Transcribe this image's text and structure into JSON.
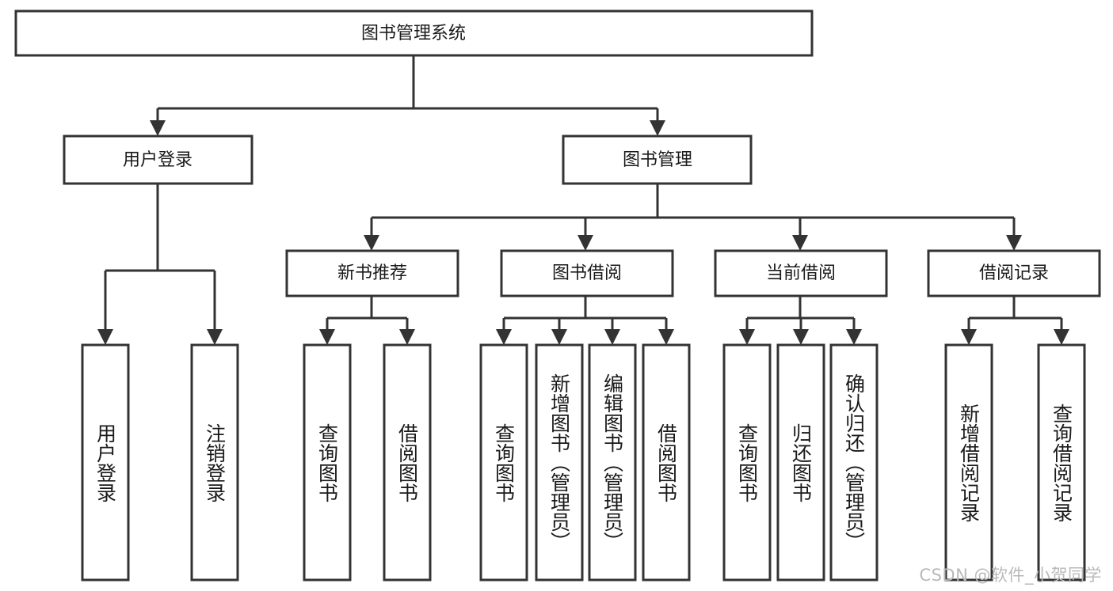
{
  "diagram": {
    "title": "图书管理系统",
    "watermark": "CSDN @软件_小贺同学",
    "colors": {
      "stroke": "#333333",
      "fill": "#ffffff",
      "text": "#1a1a1a",
      "watermark": "#b9b9b9"
    },
    "levels": {
      "root": {
        "label": "图书管理系统"
      },
      "level2": [
        {
          "label": "用户登录"
        },
        {
          "label": "图书管理"
        }
      ],
      "level3": [
        {
          "label": "新书推荐"
        },
        {
          "label": "图书借阅"
        },
        {
          "label": "当前借阅"
        },
        {
          "label": "借阅记录"
        }
      ],
      "leaves": [
        {
          "label": "用户登录",
          "parent": "用户登录"
        },
        {
          "label": "注销登录",
          "parent": "用户登录"
        },
        {
          "label": "查询图书",
          "parent": "新书推荐"
        },
        {
          "label": "借阅图书",
          "parent": "新书推荐"
        },
        {
          "label": "查询图书",
          "parent": "图书借阅"
        },
        {
          "label": "新增图书（管理员）",
          "parent": "图书借阅"
        },
        {
          "label": "编辑图书（管理员）",
          "parent": "图书借阅"
        },
        {
          "label": "借阅图书",
          "parent": "图书借阅"
        },
        {
          "label": "查询图书",
          "parent": "当前借阅"
        },
        {
          "label": "归还图书",
          "parent": "当前借阅"
        },
        {
          "label": "确认归还（管理员）",
          "parent": "当前借阅"
        },
        {
          "label": "新增借阅记录",
          "parent": "借阅记录"
        },
        {
          "label": "查询借阅记录",
          "parent": "借阅记录"
        }
      ]
    }
  }
}
